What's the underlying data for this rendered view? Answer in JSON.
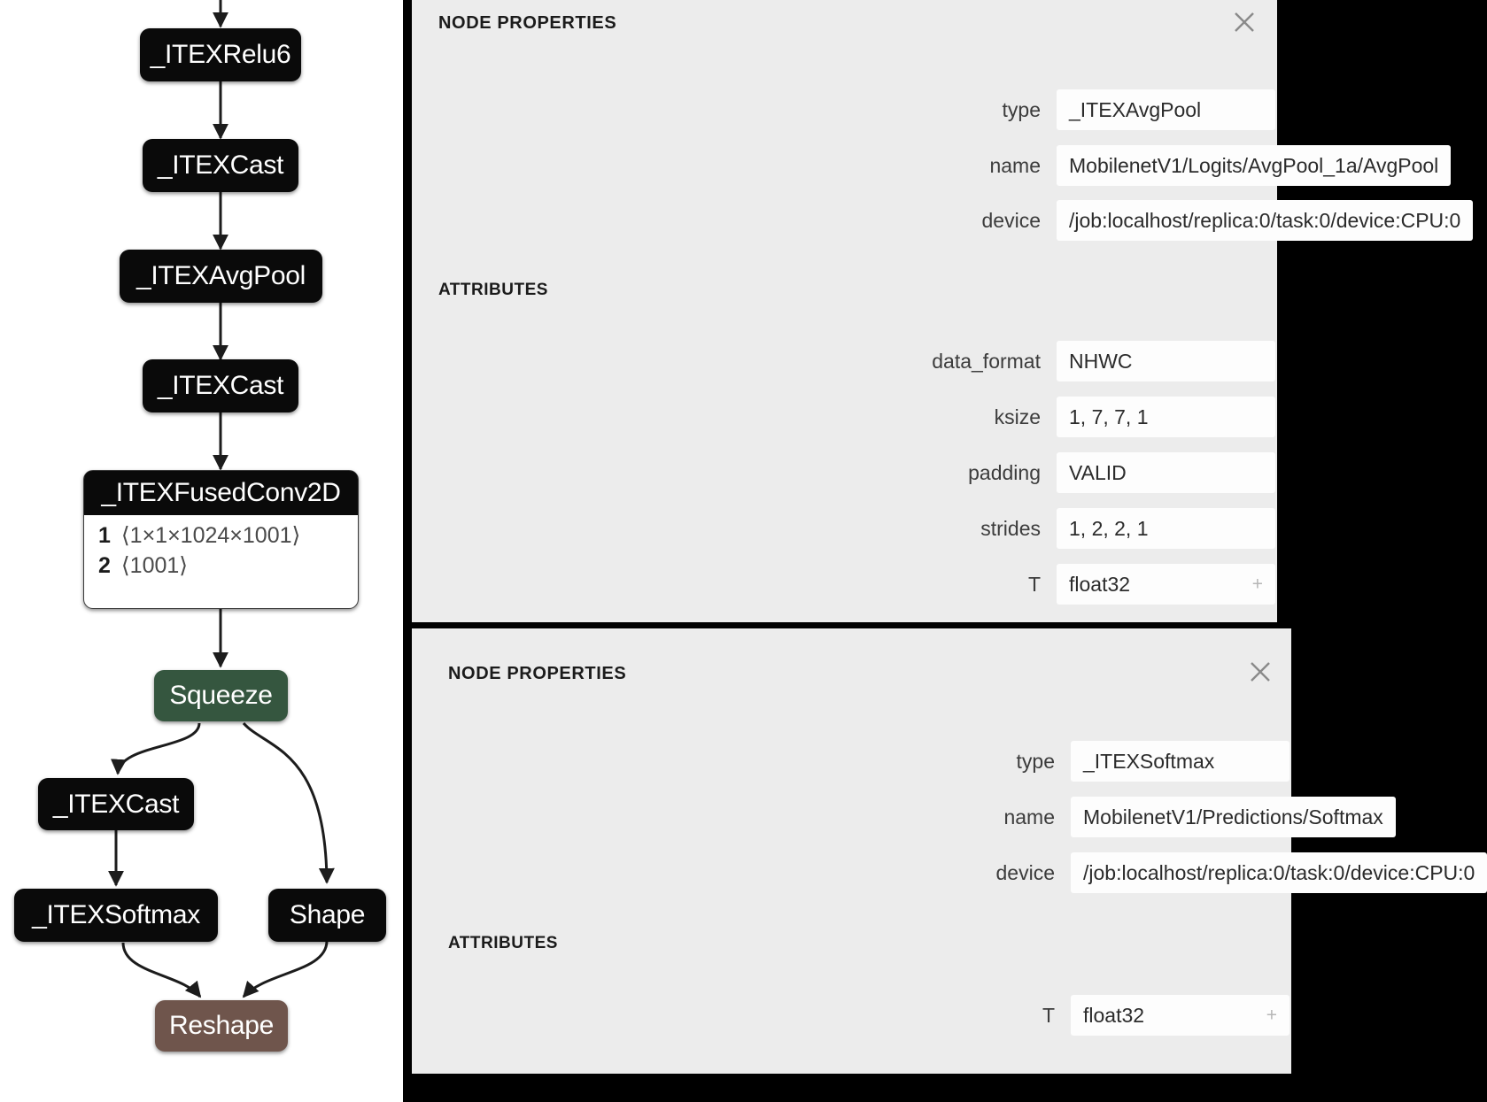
{
  "graph": {
    "nodes": [
      {
        "id": "relu6",
        "label": "_ITEXRelu6",
        "style": "black"
      },
      {
        "id": "cast1",
        "label": "_ITEXCast",
        "style": "black"
      },
      {
        "id": "avgpool",
        "label": "_ITEXAvgPool",
        "style": "black"
      },
      {
        "id": "cast2",
        "label": "_ITEXCast",
        "style": "black"
      },
      {
        "id": "fusedconv",
        "label": "_ITEXFusedConv2D",
        "style": "composite",
        "rows": [
          {
            "index": "1",
            "shape": "⟨1×1×1024×1001⟩"
          },
          {
            "index": "2",
            "shape": "⟨1001⟩"
          }
        ]
      },
      {
        "id": "squeeze",
        "label": "Squeeze",
        "style": "green"
      },
      {
        "id": "cast3",
        "label": "_ITEXCast",
        "style": "black"
      },
      {
        "id": "softmax",
        "label": "_ITEXSoftmax",
        "style": "black"
      },
      {
        "id": "shape",
        "label": "Shape",
        "style": "black"
      },
      {
        "id": "reshape",
        "label": "Reshape",
        "style": "brown"
      }
    ],
    "colors": {
      "black": "#0a0a0a",
      "green": "#35563f",
      "brown": "#6f554c",
      "edge": "#1c1c1c",
      "canvas": "#ffffff"
    }
  },
  "panels": [
    {
      "title": "NODE PROPERTIES",
      "close_label": "✕",
      "properties": [
        {
          "label": "type",
          "value": "_ITEXAvgPool"
        },
        {
          "label": "name",
          "value": "MobilenetV1/Logits/AvgPool_1a/AvgPool"
        },
        {
          "label": "device",
          "value": "/job:localhost/replica:0/task:0/device:CPU:0"
        }
      ],
      "attributes_title": "ATTRIBUTES",
      "attributes": [
        {
          "label": "data_format",
          "value": "NHWC",
          "expandable": false
        },
        {
          "label": "ksize",
          "value": "1, 7, 7, 1",
          "expandable": false
        },
        {
          "label": "padding",
          "value": "VALID",
          "expandable": false
        },
        {
          "label": "strides",
          "value": "1, 2, 2, 1",
          "expandable": false
        },
        {
          "label": "T",
          "value": "float32",
          "expandable": true,
          "expand_label": "+"
        }
      ]
    },
    {
      "title": "NODE PROPERTIES",
      "close_label": "✕",
      "properties": [
        {
          "label": "type",
          "value": "_ITEXSoftmax"
        },
        {
          "label": "name",
          "value": "MobilenetV1/Predictions/Softmax"
        },
        {
          "label": "device",
          "value": "/job:localhost/replica:0/task:0/device:CPU:0"
        }
      ],
      "attributes_title": "ATTRIBUTES",
      "attributes": [
        {
          "label": "T",
          "value": "float32",
          "expandable": true,
          "expand_label": "+"
        }
      ]
    }
  ],
  "theme": {
    "panel_bg": "#ececec",
    "field_bg": "#fdfdfd",
    "label_color": "#3c3c3c",
    "value_color": "#2b2b2b",
    "title_color": "#1b1b1b",
    "close_color": "#8a8a8a",
    "plus_color": "#b6b6b6"
  }
}
